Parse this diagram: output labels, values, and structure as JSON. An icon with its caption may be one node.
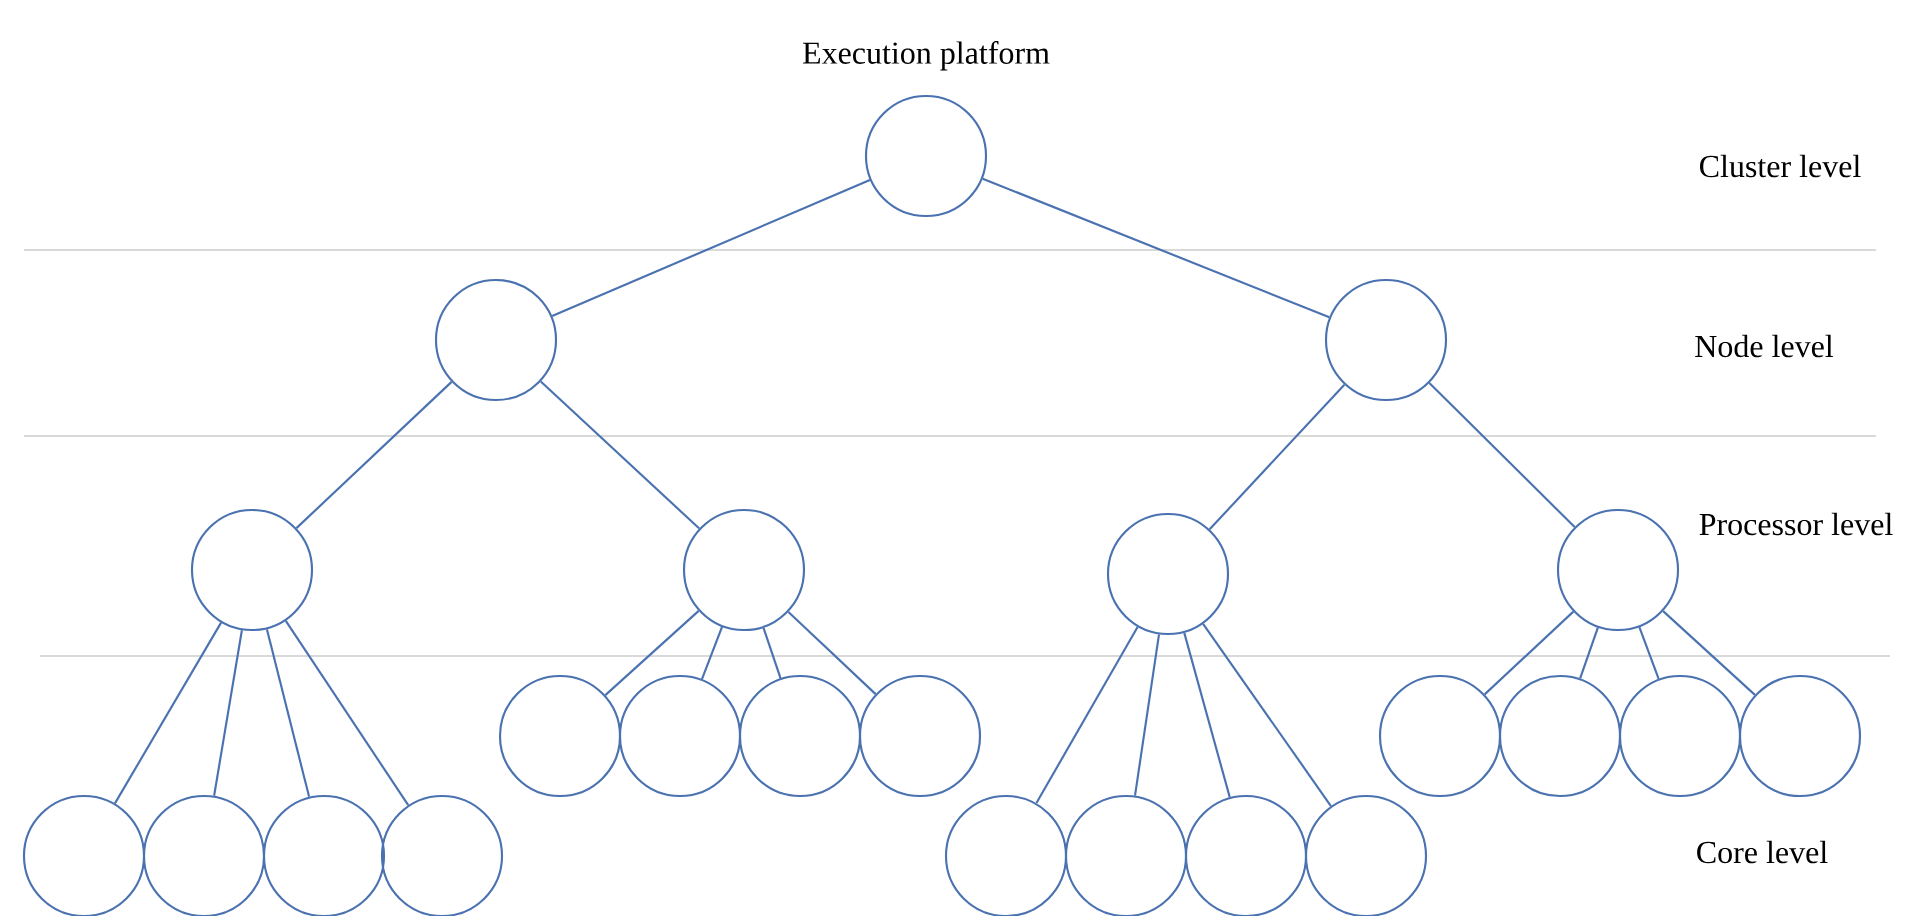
{
  "diagram": {
    "nodes": [
      {
        "text": [
          "Execution platform"
        ]
      },
      {
        "text": [],
        "shape": "circle"
      },
      {
        "text": [],
        "shape": "circle"
      },
      {
        "text": [],
        "shape": "circle"
      },
      {
        "text": [],
        "shape": "circle"
      },
      {
        "text": [],
        "shape": "circle"
      },
      {
        "text": [],
        "shape": "circle"
      },
      {
        "text": [],
        "shape": "circle"
      },
      {
        "text": [],
        "shape": "circle"
      },
      {
        "text": [],
        "shape": "circle"
      },
      {
        "text": [],
        "shape": "circle"
      },
      {
        "text": [],
        "shape": "circle"
      },
      {
        "text": [],
        "shape": "circle"
      },
      {
        "text": [],
        "shape": "circle"
      },
      {
        "text": [],
        "shape": "circle"
      },
      {
        "text": [],
        "shape": "circle"
      },
      {
        "text": [],
        "shape": "circle"
      },
      {
        "text": [],
        "shape": "circle"
      },
      {
        "text": [],
        "shape": "circle"
      },
      {
        "text": [],
        "shape": "circle"
      },
      {
        "text": [],
        "shape": "circle"
      },
      {
        "text": [],
        "shape": "circle"
      },
      {
        "text": [],
        "shape": "circle"
      }
    ],
    "edges": [
      {
        "from": 0,
        "to": 1,
        "arrow": "none"
      },
      {
        "from": 0,
        "to": 2,
        "arrow": "none"
      },
      {
        "from": 1,
        "to": 3,
        "arrow": "none"
      },
      {
        "from": 1,
        "to": 4,
        "arrow": "none"
      },
      {
        "from": 2,
        "to": 5,
        "arrow": "none"
      },
      {
        "from": 2,
        "to": 6,
        "arrow": "none"
      },
      {
        "from": 3,
        "to": 7,
        "arrow": "none"
      },
      {
        "from": 3,
        "to": 8,
        "arrow": "none"
      },
      {
        "from": 3,
        "to": 9,
        "arrow": "none"
      },
      {
        "from": 3,
        "to": 10,
        "arrow": "none"
      },
      {
        "from": 4,
        "to": 11,
        "arrow": "none"
      },
      {
        "from": 4,
        "to": 12,
        "arrow": "none"
      },
      {
        "from": 4,
        "to": 13,
        "arrow": "none"
      },
      {
        "from": 4,
        "to": 14,
        "arrow": "none"
      },
      {
        "from": 5,
        "to": 15,
        "arrow": "none"
      },
      {
        "from": 5,
        "to": 16,
        "arrow": "none"
      },
      {
        "from": 5,
        "to": 17,
        "arrow": "none"
      },
      {
        "from": 5,
        "to": 18,
        "arrow": "none"
      },
      {
        "from": 6,
        "to": 19,
        "arrow": "none"
      },
      {
        "from": 6,
        "to": 20,
        "arrow": "none"
      },
      {
        "from": 6,
        "to": 21,
        "arrow": "none"
      },
      {
        "from": 6,
        "to": 22,
        "arrow": "none"
      }
    ],
    "labels": [
      "Cluster level",
      "Node level",
      "Processor level",
      "Core level"
    ]
  }
}
